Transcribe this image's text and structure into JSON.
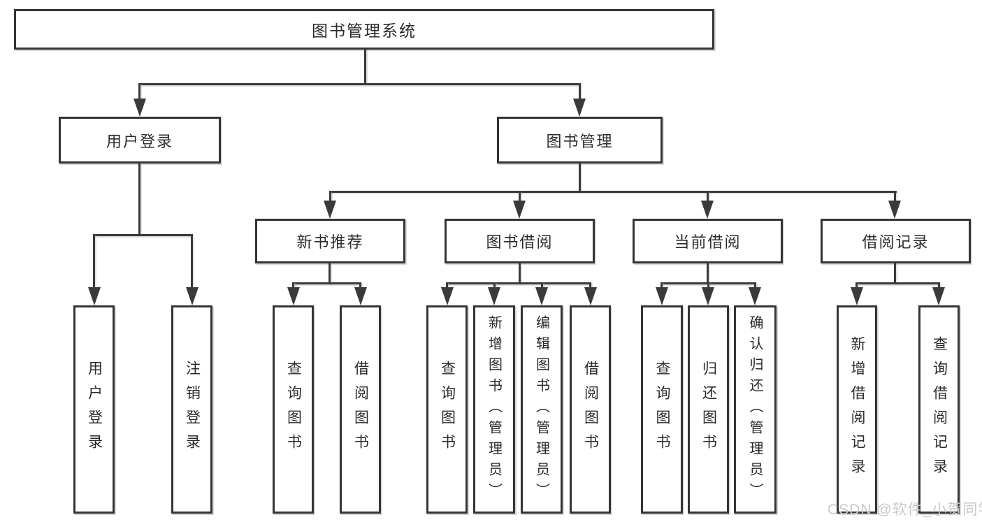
{
  "root": {
    "label": "图书管理系统",
    "children": [
      {
        "label": "用户登录",
        "children": [
          {
            "label": "用户登录"
          },
          {
            "label": "注销登录"
          }
        ]
      },
      {
        "label": "图书管理",
        "children": [
          {
            "label": "新书推荐",
            "children": [
              {
                "label": "查询图书"
              },
              {
                "label": "借阅图书"
              }
            ]
          },
          {
            "label": "图书借阅",
            "children": [
              {
                "label": "查询图书"
              },
              {
                "label": "新增图书（管理员）"
              },
              {
                "label": "编辑图书（管理员）"
              },
              {
                "label": "借阅图书"
              }
            ]
          },
          {
            "label": "当前借阅",
            "children": [
              {
                "label": "查询图书"
              },
              {
                "label": "归还图书"
              },
              {
                "label": "确认归还（管理员）"
              }
            ]
          },
          {
            "label": "借阅记录",
            "children": [
              {
                "label": "新增借阅记录"
              },
              {
                "label": "查询借阅记录"
              }
            ]
          }
        ]
      }
    ]
  },
  "watermark": {
    "text": "CSDN @软件_小贺同学"
  },
  "colors": {
    "background": "#ffffff",
    "line": "#3a3a3a",
    "border": "#343434",
    "text": "#2b2b2b",
    "watermark": "#c9c9c9"
  }
}
